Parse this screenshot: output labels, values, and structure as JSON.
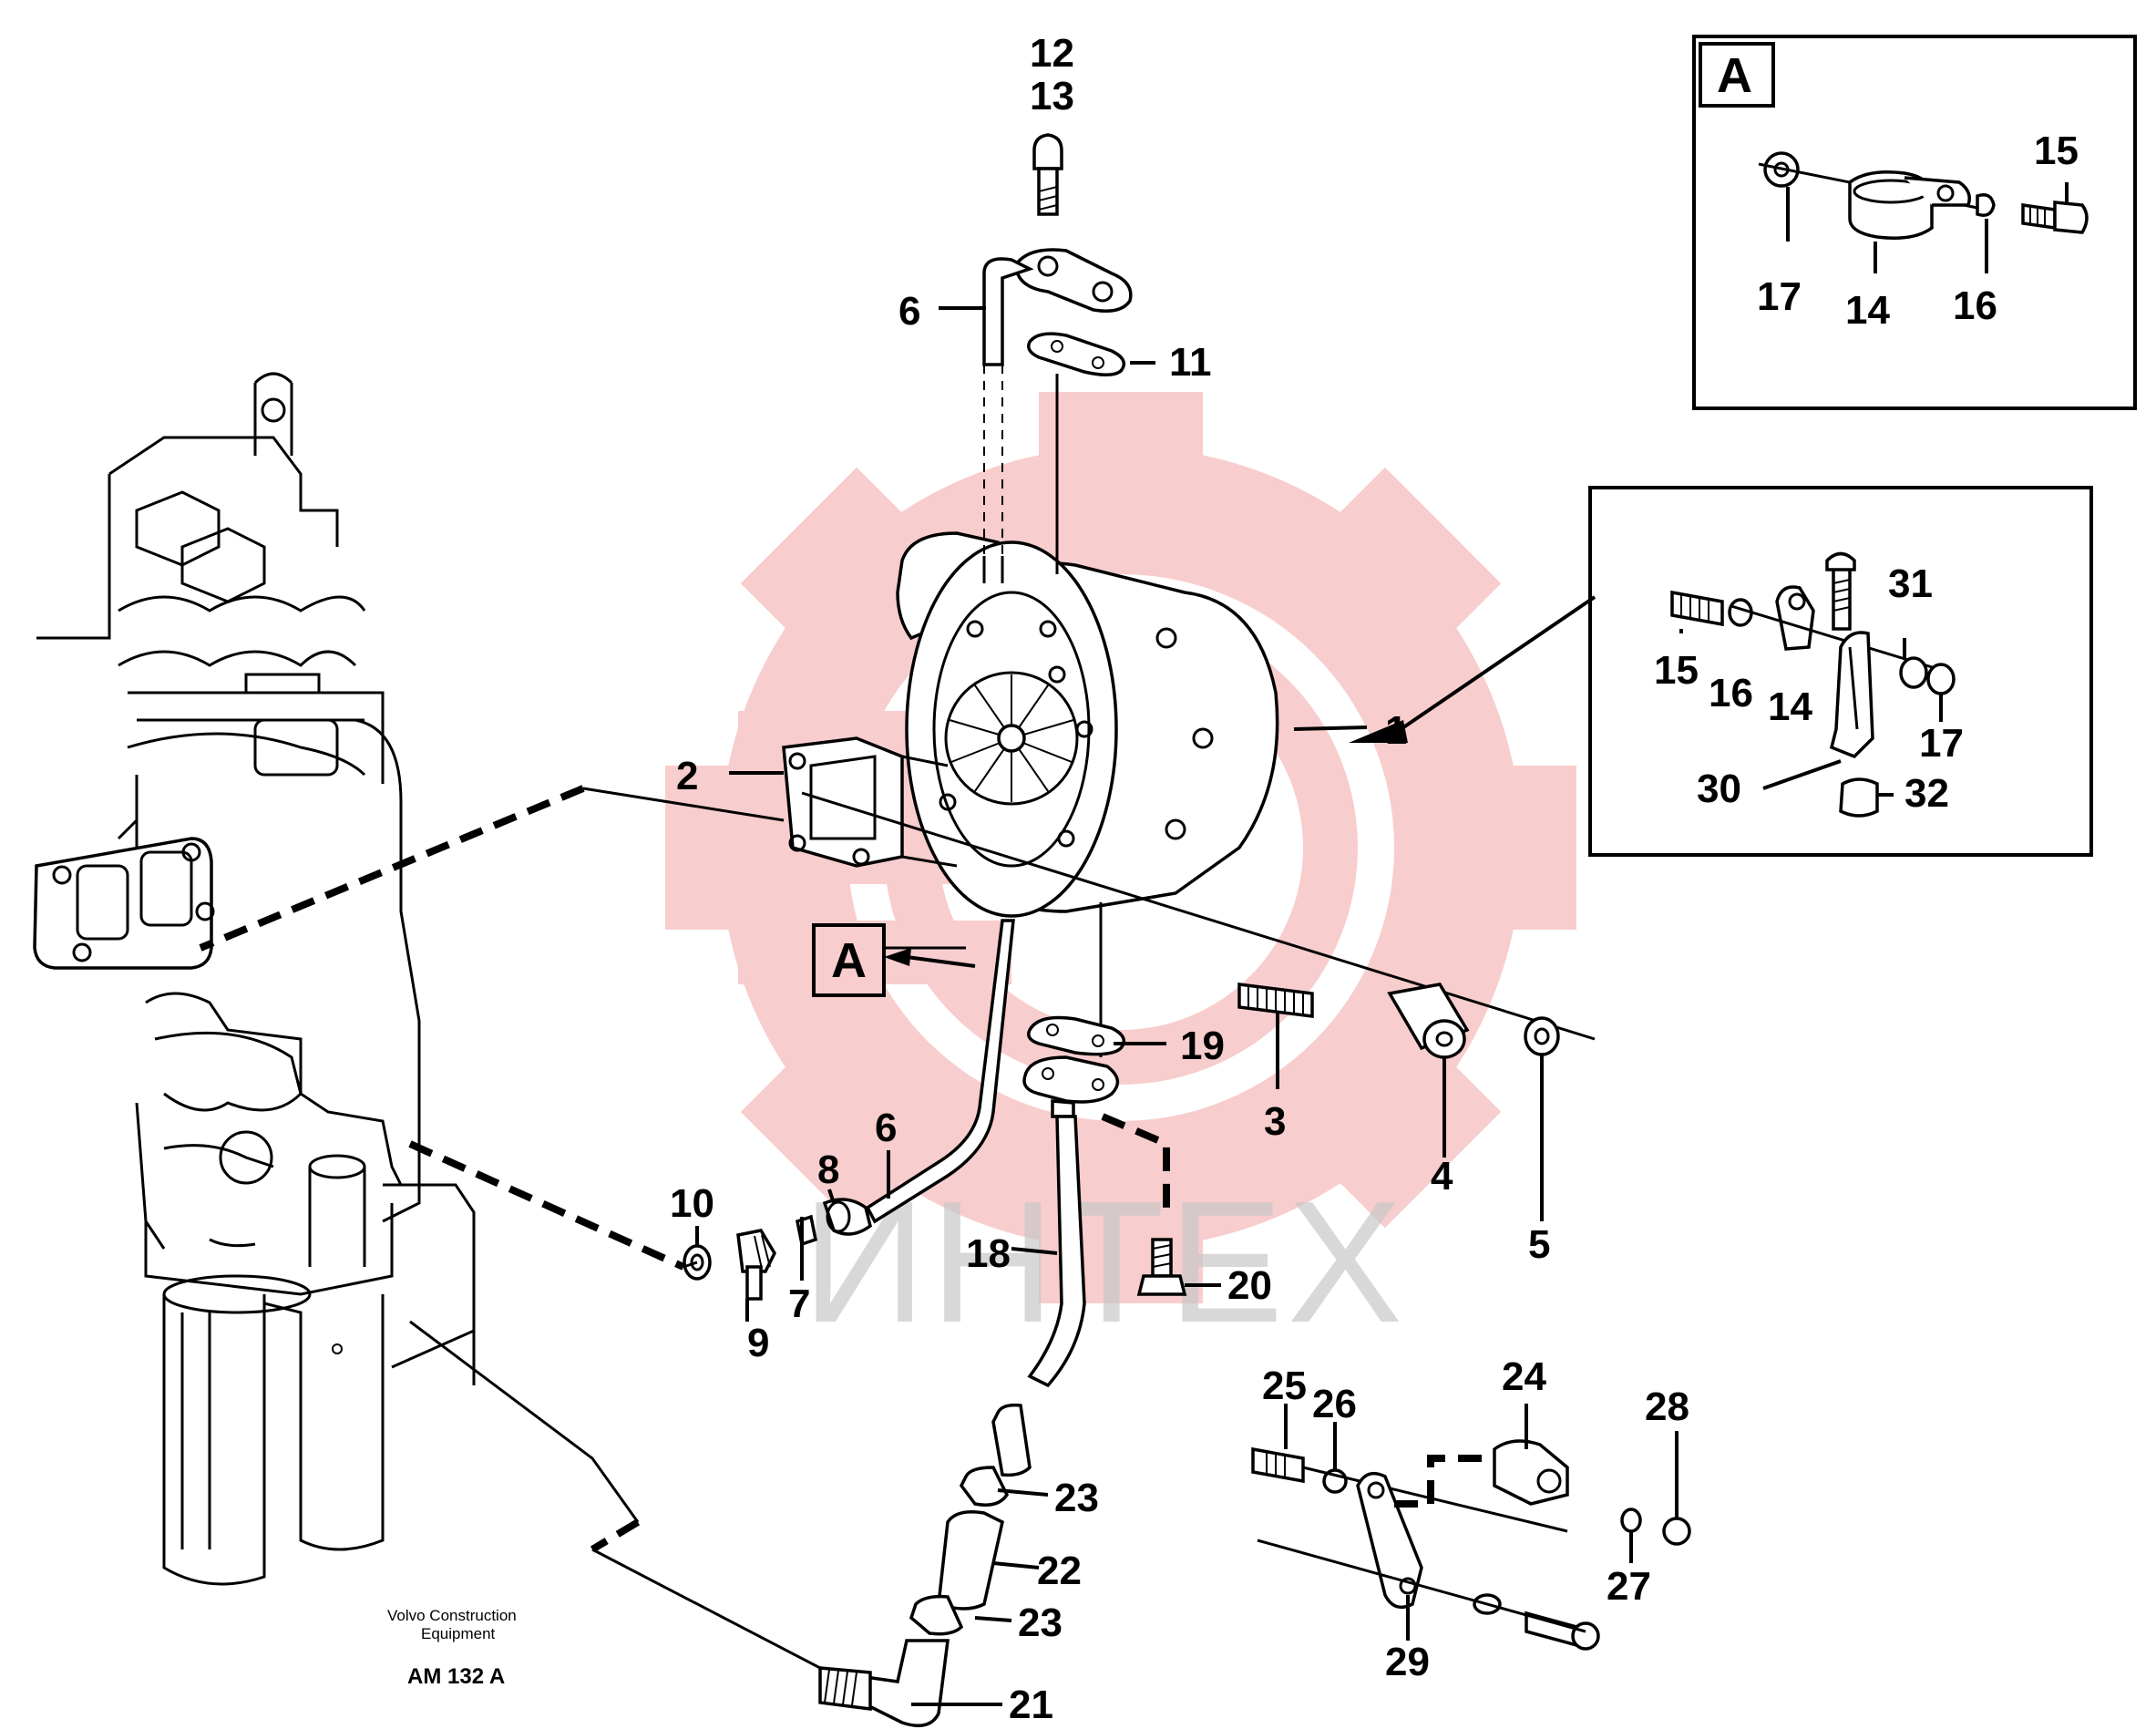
{
  "callouts": [
    {
      "id": "c1",
      "text": "1"
    },
    {
      "id": "c2",
      "text": "2"
    },
    {
      "id": "c3",
      "text": "3"
    },
    {
      "id": "c4",
      "text": "4"
    },
    {
      "id": "c5",
      "text": "5"
    },
    {
      "id": "c6a",
      "text": "6"
    },
    {
      "id": "c6b",
      "text": "6"
    },
    {
      "id": "c7",
      "text": "7"
    },
    {
      "id": "c8",
      "text": "8"
    },
    {
      "id": "c9",
      "text": "9"
    },
    {
      "id": "c10",
      "text": "10"
    },
    {
      "id": "c11",
      "text": "11"
    },
    {
      "id": "c12",
      "text": "12"
    },
    {
      "id": "c13",
      "text": "13"
    },
    {
      "id": "c14a",
      "text": "14"
    },
    {
      "id": "c14b",
      "text": "14"
    },
    {
      "id": "c15a",
      "text": "15"
    },
    {
      "id": "c15b",
      "text": "15"
    },
    {
      "id": "c16a",
      "text": "16"
    },
    {
      "id": "c16b",
      "text": "16"
    },
    {
      "id": "c17a",
      "text": "17"
    },
    {
      "id": "c17b",
      "text": "17"
    },
    {
      "id": "c18",
      "text": "18"
    },
    {
      "id": "c19",
      "text": "19"
    },
    {
      "id": "c20",
      "text": "20"
    },
    {
      "id": "c21",
      "text": "21"
    },
    {
      "id": "c22",
      "text": "22"
    },
    {
      "id": "c23a",
      "text": "23"
    },
    {
      "id": "c23b",
      "text": "23"
    },
    {
      "id": "c24",
      "text": "24"
    },
    {
      "id": "c25",
      "text": "25"
    },
    {
      "id": "c26",
      "text": "26"
    },
    {
      "id": "c27",
      "text": "27"
    },
    {
      "id": "c28",
      "text": "28"
    },
    {
      "id": "c29",
      "text": "29"
    },
    {
      "id": "c30",
      "text": "30"
    },
    {
      "id": "c31",
      "text": "31"
    },
    {
      "id": "c32",
      "text": "32"
    }
  ],
  "detail_label": "A",
  "detail_label_pointer": "A",
  "footer": {
    "line1": "Volvo Construction",
    "line2": "Equipment",
    "code": "AM 132 A"
  },
  "watermark": {
    "text": "ИНТЕХ",
    "gear_color": "#f4a6a6"
  },
  "colors": {
    "ink": "#000000",
    "paper": "#ffffff",
    "watermark_text": "#c8c8c8"
  }
}
